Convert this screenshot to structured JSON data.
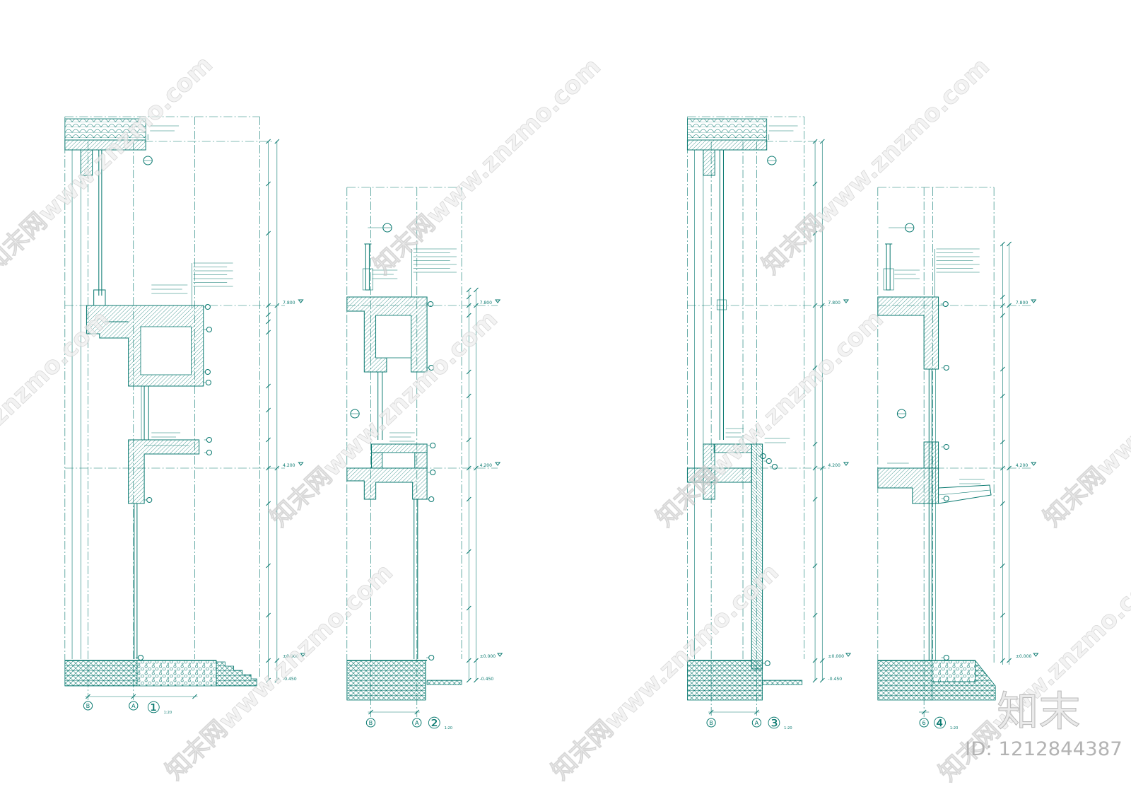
{
  "colors": {
    "line": "#0b7a71",
    "background": "#ffffff",
    "watermark": "#c8c8c8",
    "logo": "#b9b9b9"
  },
  "sections": [
    {
      "number": "①",
      "scale": "1:20",
      "axes": [
        "B",
        "A"
      ],
      "elevations": [
        "7.800",
        "4.200",
        "±0.000",
        "-0.450"
      ]
    },
    {
      "number": "②",
      "scale": "1:20",
      "axes": [
        "B",
        "A"
      ],
      "elevations": [
        "7.800",
        "4.200",
        "±0.000",
        "-0.450"
      ]
    },
    {
      "number": "③",
      "scale": "1:20",
      "axes": [
        "B",
        "A"
      ],
      "elevations": [
        "7.800",
        "4.200",
        "±0.000",
        "-0.450"
      ]
    },
    {
      "number": "④",
      "scale": "1:20",
      "axes": [
        "6"
      ],
      "elevations": [
        "7.800",
        "4.200",
        "±0.000"
      ]
    }
  ],
  "watermark": "知末网www.znzmo.com",
  "logo": "知末",
  "id_label": "ID: 1212844387"
}
